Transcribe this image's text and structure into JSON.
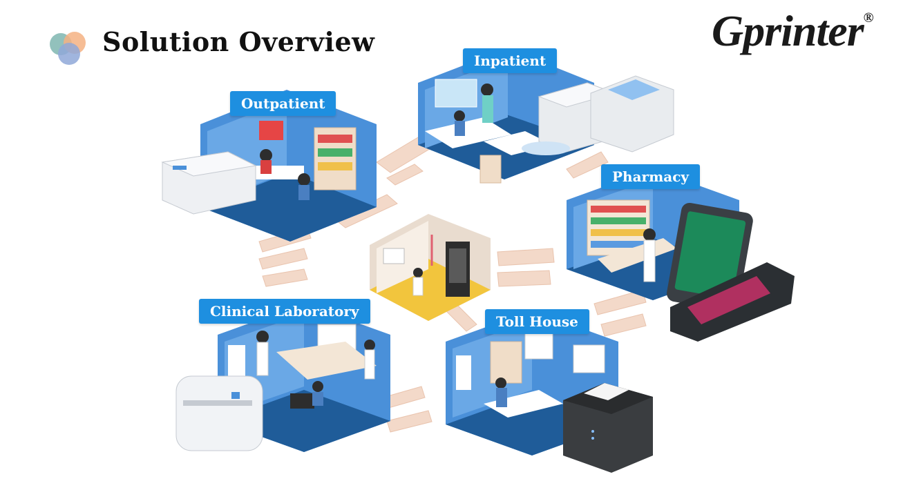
{
  "header": {
    "title": "Solution Overview",
    "brand": "Gprinter",
    "brand_mark": "®"
  },
  "areas": [
    {
      "id": "outpatient",
      "label": "Outpatient"
    },
    {
      "id": "inpatient",
      "label": "Inpatient"
    },
    {
      "id": "pharmacy",
      "label": "Pharmacy"
    },
    {
      "id": "clinical-laboratory",
      "label": "Clinical Laboratory"
    },
    {
      "id": "toll-house",
      "label": "Toll House"
    }
  ],
  "colors": {
    "label_bg": "#1e8fe0",
    "room_wall": "#4a90d9",
    "room_floor": "#1f5c99",
    "stairs": "#f3d9c9",
    "xray_floor": "#f2c53d"
  }
}
